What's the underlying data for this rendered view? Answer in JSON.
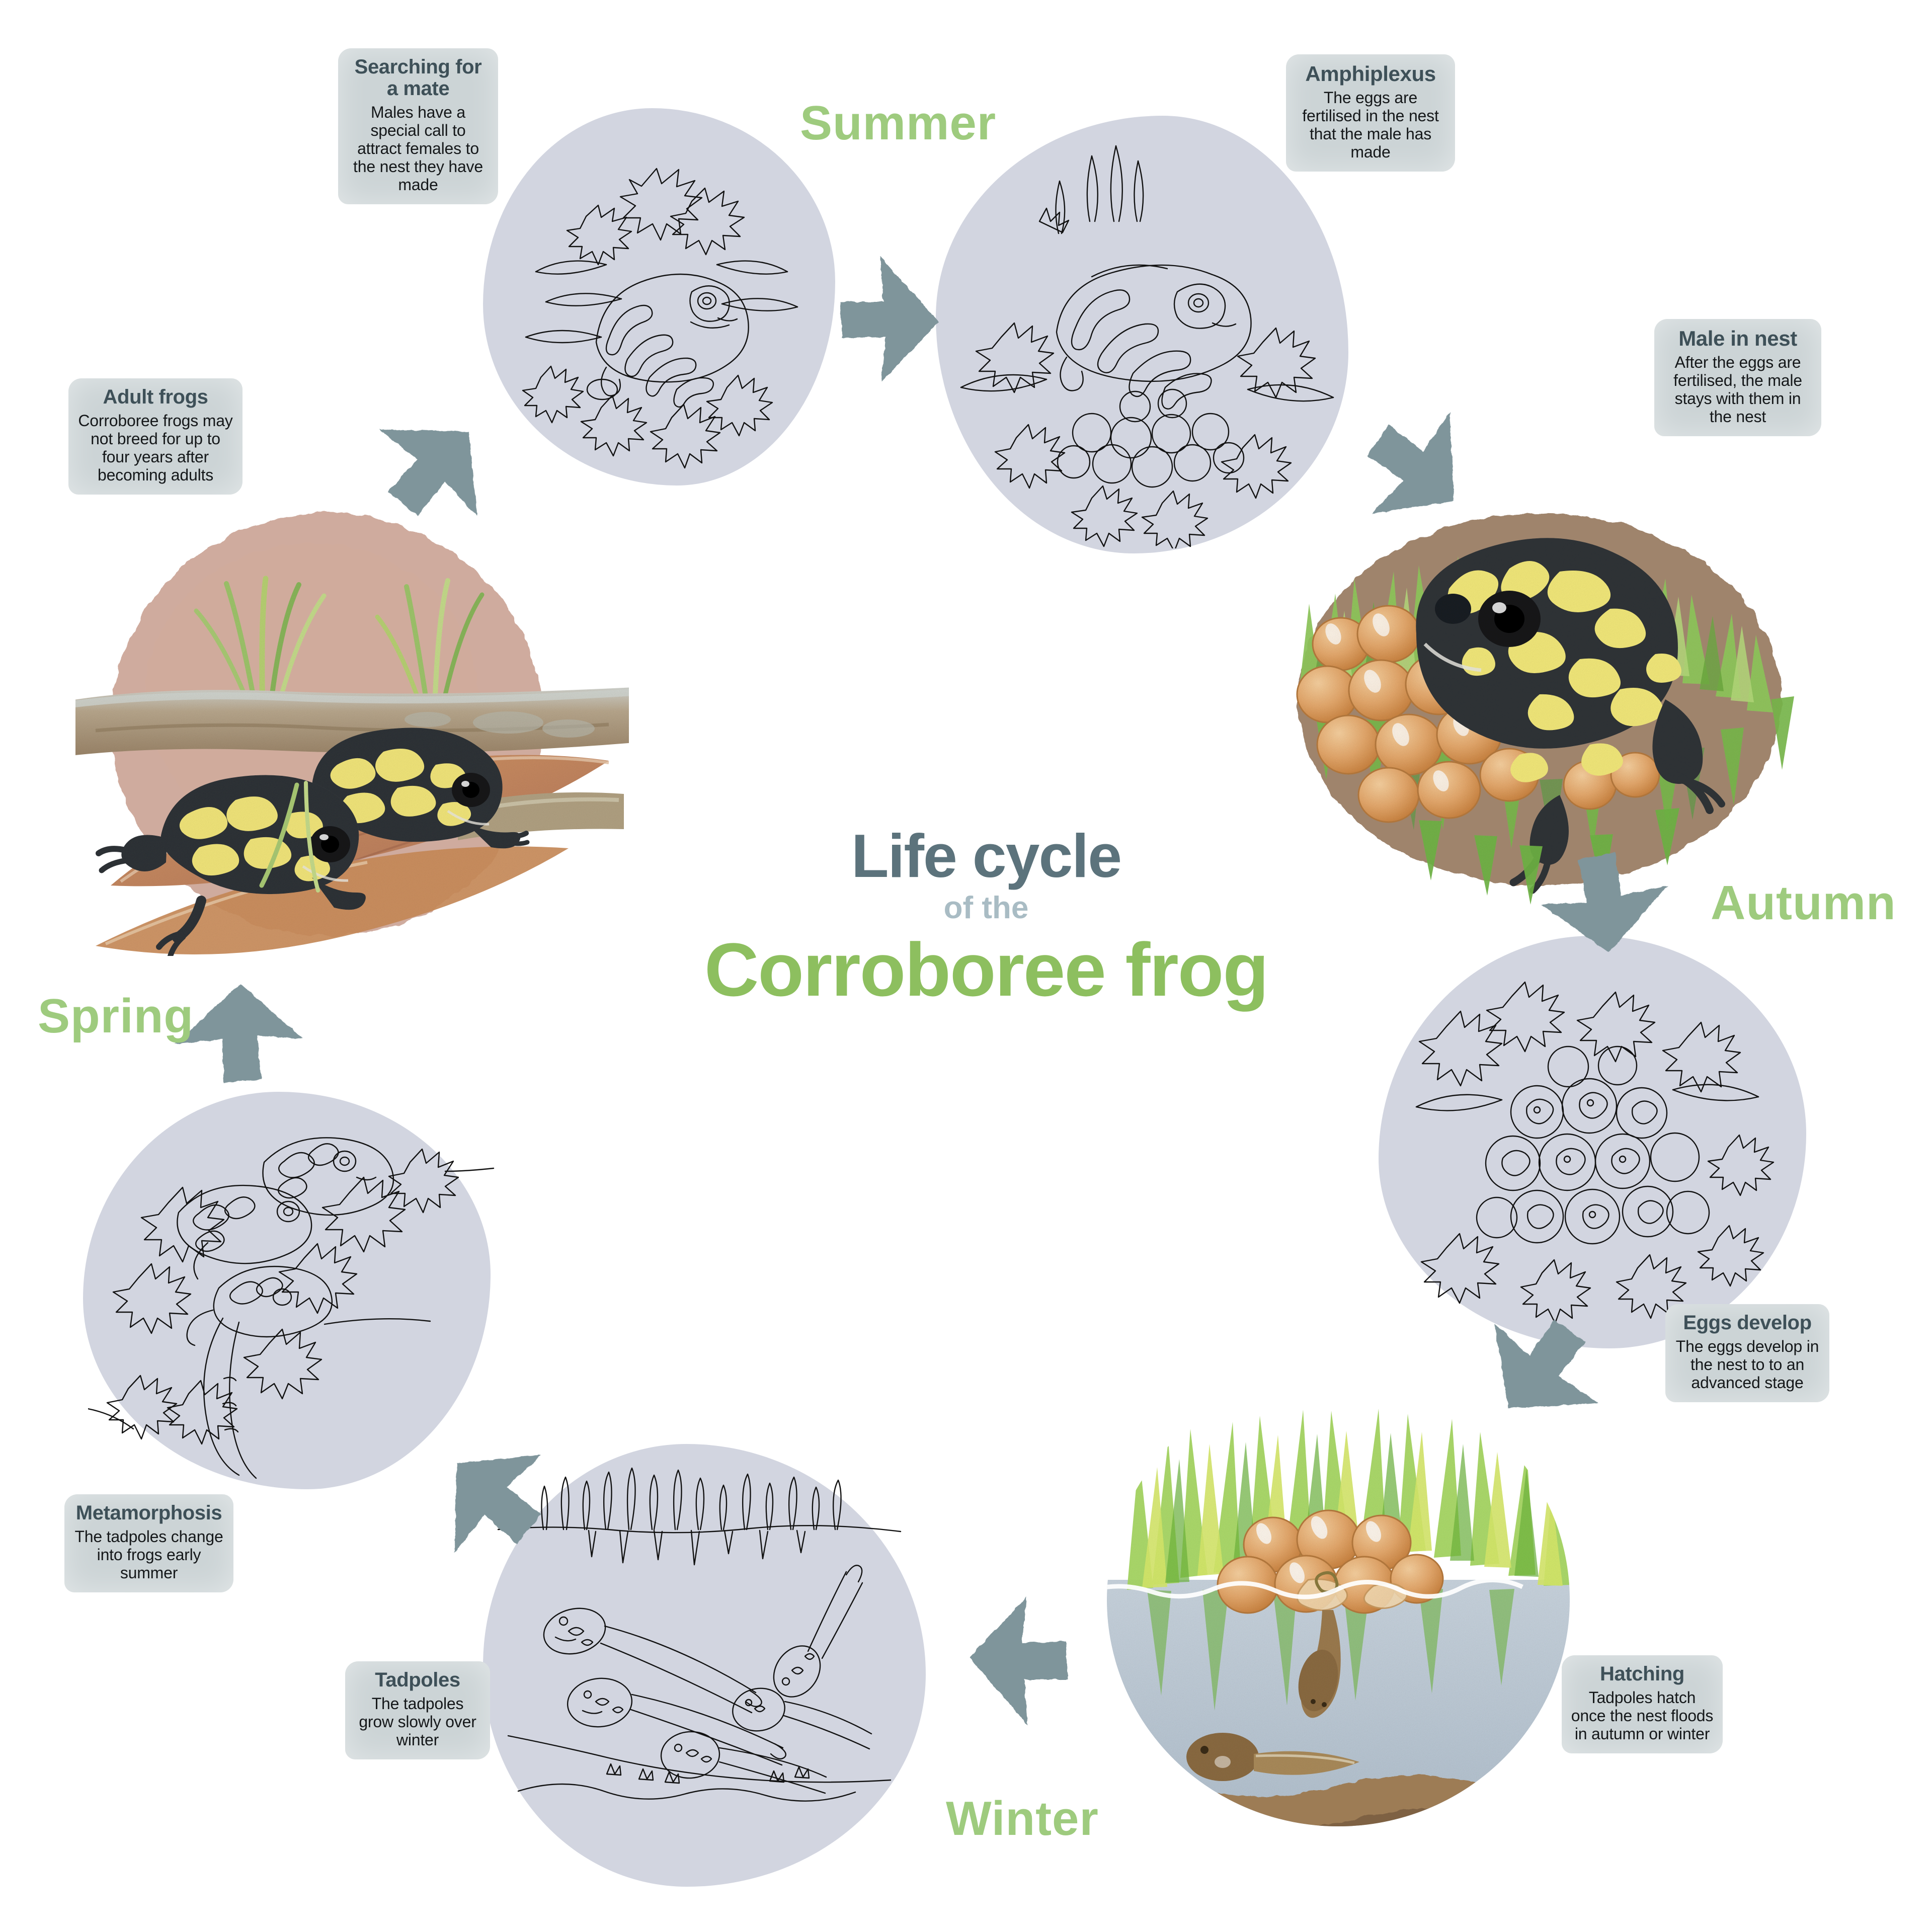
{
  "title": {
    "line1": "Life cycle",
    "line2": "of the",
    "line3": "Corroboree frog",
    "color_line1": "#5c737c",
    "color_line2": "#a9bcc4",
    "color_line3": "#8dbf5f"
  },
  "seasons": [
    {
      "name": "Summer"
    },
    {
      "name": "Autumn"
    },
    {
      "name": "Winter"
    },
    {
      "name": "Spring"
    }
  ],
  "palette": {
    "season_green": "#9ecb7e",
    "note_bg": "#ccd4d6",
    "note_title": "#3e5058",
    "blob_grey": "#d2d5e0",
    "arrow_grey": "#7f959b",
    "nest_earth": "#b08d74",
    "water_blue": "#b9c6d4",
    "egg_orange": "#e2a66b",
    "frog_yellow": "#f0e479",
    "frog_dark": "#2e3236",
    "grass_green": "#8fc85a"
  },
  "stages": [
    {
      "id": "searching-for-a-mate",
      "title": "Searching for a mate",
      "body": "Males have a special call to attract females to the nest they have made",
      "illustration": "line-art-frog-in-leaf-litter"
    },
    {
      "id": "amphiplexus",
      "title": "Amphiplexus",
      "body": "The eggs are fertilised in the nest that the male has made",
      "illustration": "line-art-frog-pair-with-eggs"
    },
    {
      "id": "male-in-nest",
      "title": "Male in nest",
      "body": "After the eggs are fertilised, the male stays with them in the nest",
      "illustration": "watercolour-male-frog-guarding-egg-clutch-in-grass-nest"
    },
    {
      "id": "eggs-develop",
      "title": "Eggs develop",
      "body": "The eggs develop in the nest to to an advanced stage",
      "illustration": "line-art-developing-eggs-amongst-leaves"
    },
    {
      "id": "hatching",
      "title": "Hatching",
      "body": "Tadpoles hatch once the nest floods in autumn or winter",
      "illustration": "watercolour-flooded-nest-with-hatching-tadpoles"
    },
    {
      "id": "tadpoles",
      "title": "Tadpoles",
      "body": "The tadpoles grow slowly over winter",
      "illustration": "line-art-tadpoles-swimming-under-water-line"
    },
    {
      "id": "metamorphosis",
      "title": "Metamorphosis",
      "body": "The tadpoles change into frogs early summer",
      "illustration": "line-art-tadpole-changing-into-froglet"
    },
    {
      "id": "adult-frogs",
      "title": "Adult frogs",
      "body": "Corroboree frogs may not breed for up to four years after becoming adults",
      "illustration": "watercolour-two-adult-corroboree-frogs-on-log-and-leaves"
    }
  ],
  "arrows": [
    {
      "from": "searching-for-a-mate",
      "to": "amphiplexus",
      "direction": "right"
    },
    {
      "from": "amphiplexus",
      "to": "male-in-nest",
      "direction": "down-right"
    },
    {
      "from": "male-in-nest",
      "to": "eggs-develop",
      "direction": "down"
    },
    {
      "from": "eggs-develop",
      "to": "hatching",
      "direction": "down-left"
    },
    {
      "from": "hatching",
      "to": "tadpoles",
      "direction": "left"
    },
    {
      "from": "tadpoles",
      "to": "metamorphosis",
      "direction": "up-left"
    },
    {
      "from": "metamorphosis",
      "to": "adult-frogs",
      "direction": "up"
    },
    {
      "from": "adult-frogs",
      "to": "searching-for-a-mate",
      "direction": "up-right"
    }
  ]
}
